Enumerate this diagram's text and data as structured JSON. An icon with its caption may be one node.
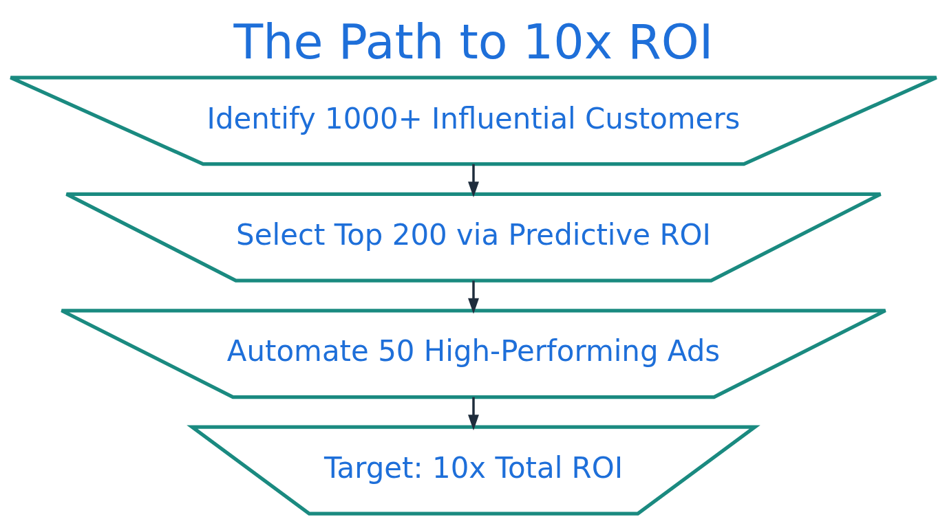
{
  "diagram": {
    "title": "The Path to 10x ROI",
    "nodes": [
      {
        "text": [
          "Identify 1000+ Influential Customers"
        ]
      },
      {
        "text": [
          "Select Top 200 via Predictive ROI"
        ]
      },
      {
        "text": [
          "Automate 50 High-Performing Ads"
        ]
      },
      {
        "text": [
          "Target: 10x Total ROI"
        ]
      }
    ],
    "edges": [
      {
        "from": 0,
        "to": 1,
        "arrow": "to"
      },
      {
        "from": 1,
        "to": 2,
        "arrow": "to"
      },
      {
        "from": 2,
        "to": 3,
        "arrow": "to"
      }
    ]
  }
}
